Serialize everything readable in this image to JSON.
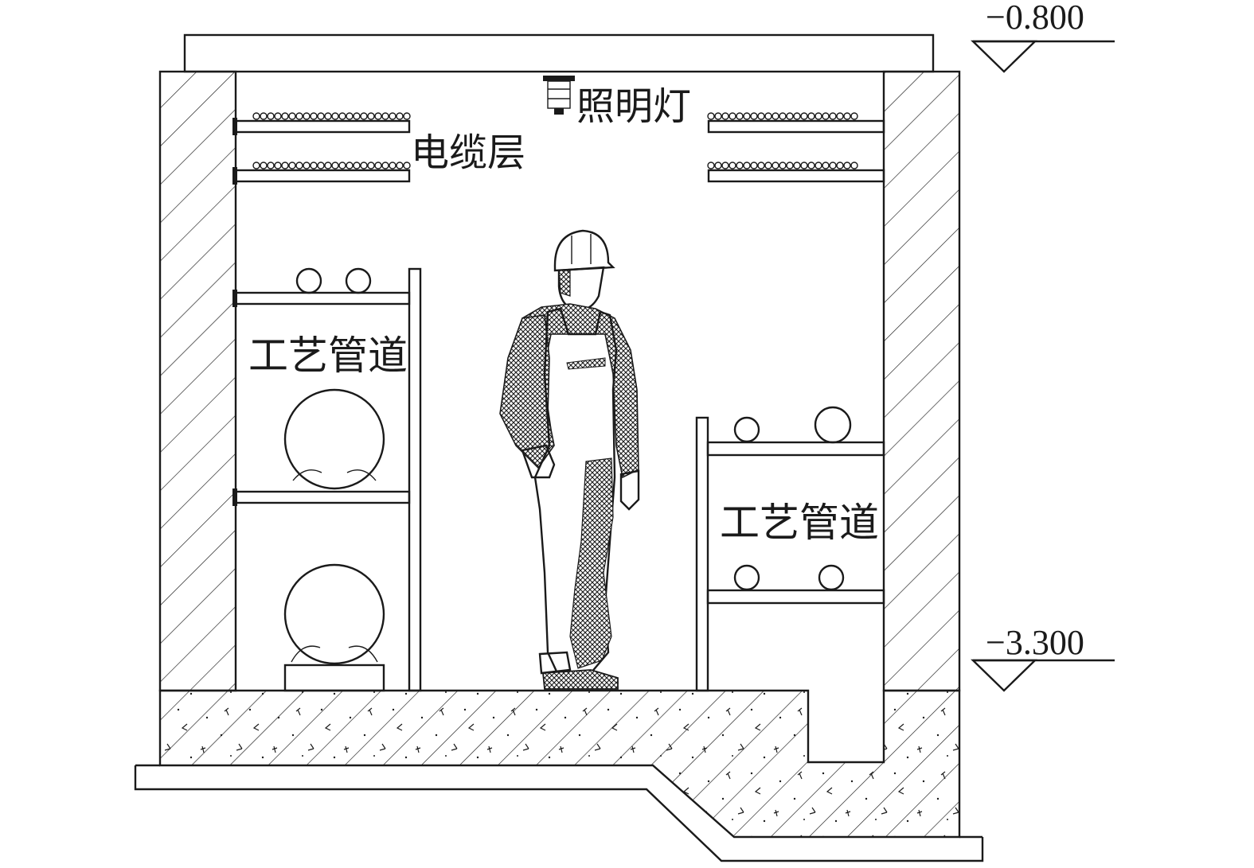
{
  "elevations": {
    "top": "−0.800",
    "bottom": "−3.300"
  },
  "labels": {
    "lighting": "照明灯",
    "cable_layer": "电缆层",
    "pipe_left": "工艺管道",
    "pipe_right": "工艺管道"
  }
}
